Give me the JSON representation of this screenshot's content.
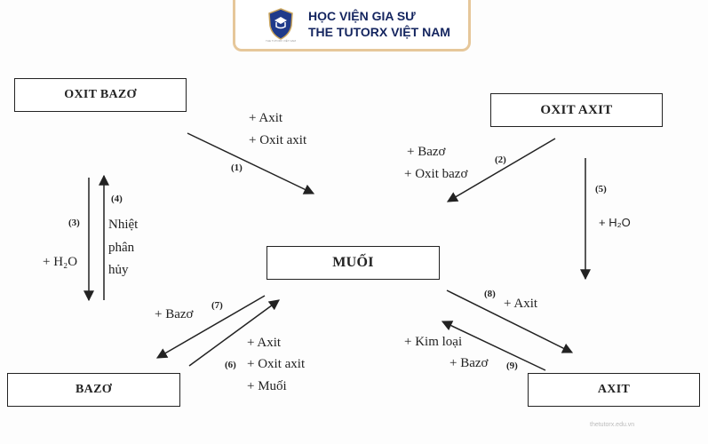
{
  "header": {
    "brand_line1": "HỌC VIỆN GIA SƯ",
    "brand_line2": "THE TUTORX VIỆT NAM",
    "logo_caption": "THE TUTORX VIỆT NAM"
  },
  "nodes": {
    "oxit_bazo": "OXIT BAZƠ",
    "oxit_axit": "OXIT AXIT",
    "muoi": "MUỐI",
    "bazo": "BAZƠ",
    "axit": "AXIT"
  },
  "edges": {
    "e1": {
      "num": "(1)",
      "label_a": "+ Axit",
      "label_b": "+ Oxit axit"
    },
    "e2": {
      "num": "(2)",
      "label_a": "+ Bazơ",
      "label_b": "+ Oxit bazơ"
    },
    "e3": {
      "num": "(3)",
      "label_a": "+ H₂O"
    },
    "e4": {
      "num": "(4)",
      "label_a": "Nhiệt",
      "label_b": "phân",
      "label_c": "hủy"
    },
    "e5": {
      "num": "(5)",
      "label_a": "+ H₂O"
    },
    "e6": {
      "num": "(6)",
      "label_a": "+ Axit",
      "label_b": "+ Oxit axit",
      "label_c": "+ Muối"
    },
    "e7": {
      "num": "(7)",
      "label_a": "+ Bazơ"
    },
    "e8": {
      "num": "(8)",
      "label_a": "+ Axit"
    },
    "e9": {
      "num": "(9)",
      "label_a": "+ Kim loại",
      "label_b": "+ Bazơ"
    }
  },
  "watermark": "thetutorx.edu.vn"
}
